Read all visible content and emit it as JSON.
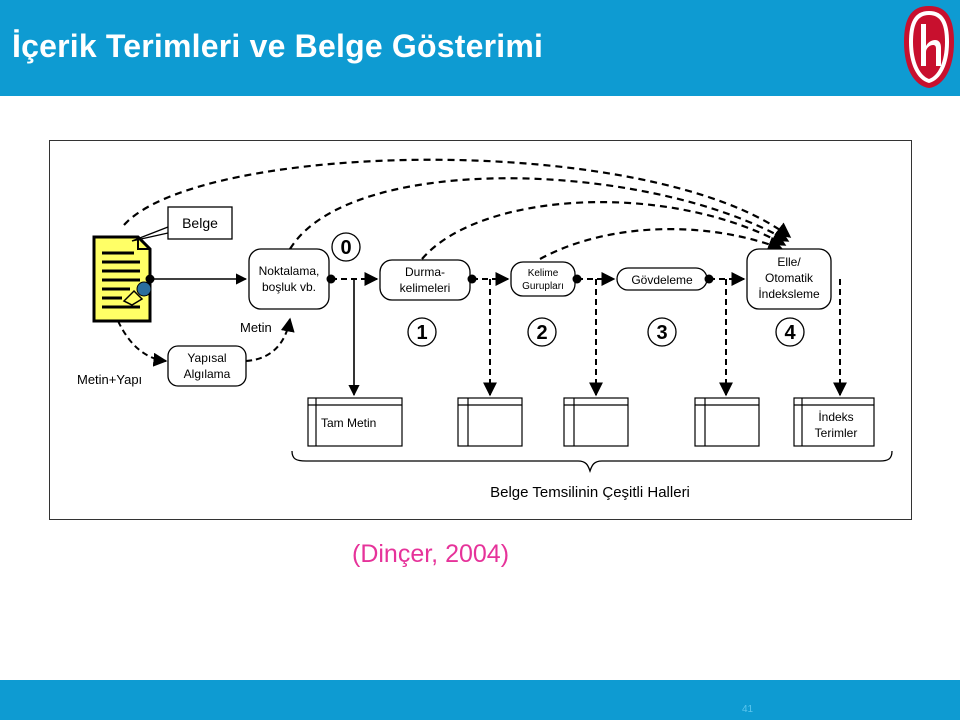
{
  "header": {
    "title": "İçerik Terimleri ve Belge Gösterimi"
  },
  "diagram": {
    "document_label": "Belge",
    "label_metin": "Metin",
    "label_metin_yapi": "Metin+Yapı",
    "node_structural": [
      "Yapısal",
      "Algılama"
    ],
    "node_punctuation": [
      "Noktalama,",
      "boşluk vb."
    ],
    "node_stopwords": [
      "Durma-",
      "kelimeleri"
    ],
    "node_wordgroups": [
      "Kelime",
      "Gurupları"
    ],
    "node_stemming": [
      "Gövdeleme"
    ],
    "node_indexing": [
      "Elle/",
      "Otomatik",
      "İndeksleme"
    ],
    "step_numbers": [
      "0",
      "1",
      "2",
      "3",
      "4"
    ],
    "output_full_text": "Tam Metin",
    "output_index_terms": [
      "İndeks",
      "Terimler"
    ],
    "brace_caption": "Belge Temsilinin Çeşitli Halleri"
  },
  "citation": "(Dinçer, 2004)",
  "footer": {
    "page_number": "41"
  },
  "colors": {
    "header_bar": "#0e9bd2",
    "citation": "#e6339a",
    "document_fill": "#ffff66",
    "logo_red": "#c8102e"
  }
}
